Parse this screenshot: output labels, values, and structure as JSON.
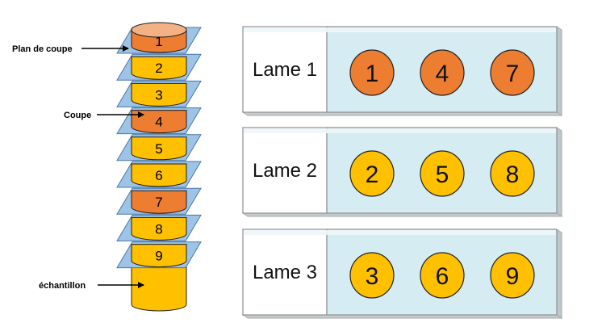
{
  "labels": {
    "plan_de_coupe": "Plan de coupe",
    "coupe": "Coupe",
    "echantillon": "échantillon"
  },
  "stack": {
    "slices": [
      {
        "number": "1",
        "color": "orange"
      },
      {
        "number": "2",
        "color": "yellow"
      },
      {
        "number": "3",
        "color": "yellow"
      },
      {
        "number": "4",
        "color": "orange"
      },
      {
        "number": "5",
        "color": "yellow"
      },
      {
        "number": "6",
        "color": "yellow"
      },
      {
        "number": "7",
        "color": "orange"
      },
      {
        "number": "8",
        "color": "yellow"
      },
      {
        "number": "9",
        "color": "yellow"
      }
    ]
  },
  "slides": [
    {
      "label": "Lame 1",
      "sections": [
        {
          "number": "1",
          "color": "orange"
        },
        {
          "number": "4",
          "color": "orange"
        },
        {
          "number": "7",
          "color": "orange"
        }
      ]
    },
    {
      "label": "Lame 2",
      "sections": [
        {
          "number": "2",
          "color": "yellow"
        },
        {
          "number": "5",
          "color": "yellow"
        },
        {
          "number": "8",
          "color": "yellow"
        }
      ]
    },
    {
      "label": "Lame 3",
      "sections": [
        {
          "number": "3",
          "color": "yellow"
        },
        {
          "number": "6",
          "color": "yellow"
        },
        {
          "number": "9",
          "color": "yellow"
        }
      ]
    }
  ],
  "colors": {
    "orange": "#ED7D31",
    "orange_top": "#F4B183",
    "yellow": "#FFC000",
    "plane_fill": "#9DC3E6",
    "plane_stroke": "#4A77A8",
    "slide_glass": "#D5ECF2",
    "slide_frost": "#FFFFFF",
    "slide_edge": "#A9A9A9"
  }
}
